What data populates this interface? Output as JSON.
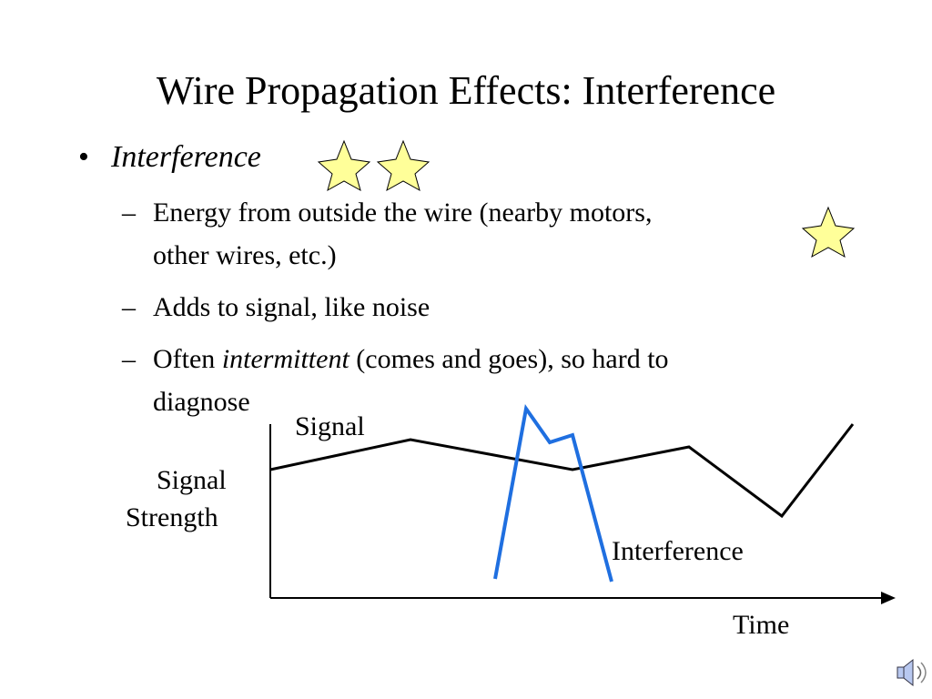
{
  "slide": {
    "title": "Wire Propagation Effects: Interference",
    "bullet": "Interference",
    "sub1_line1": "Energy from outside the wire (nearby motors,",
    "sub1_line2": "other wires, etc.)",
    "sub2": "Adds to signal, like noise",
    "sub3_before": "Often ",
    "sub3_em": "intermittent",
    "sub3_after": " (comes and goes), so hard to",
    "sub3_line2": "diagnose",
    "dash": "–"
  },
  "diagram": {
    "signal_label": "Signal",
    "y_label_line1": "Signal",
    "y_label_line2": "Strength",
    "x_label": "Time",
    "interference_label": "Interference",
    "signal_color": "#000000",
    "interference_color": "#1f6fe0",
    "star_color": "#ffff99",
    "icons": [
      "star-icon",
      "star-icon",
      "star-icon",
      "speaker-icon"
    ]
  }
}
